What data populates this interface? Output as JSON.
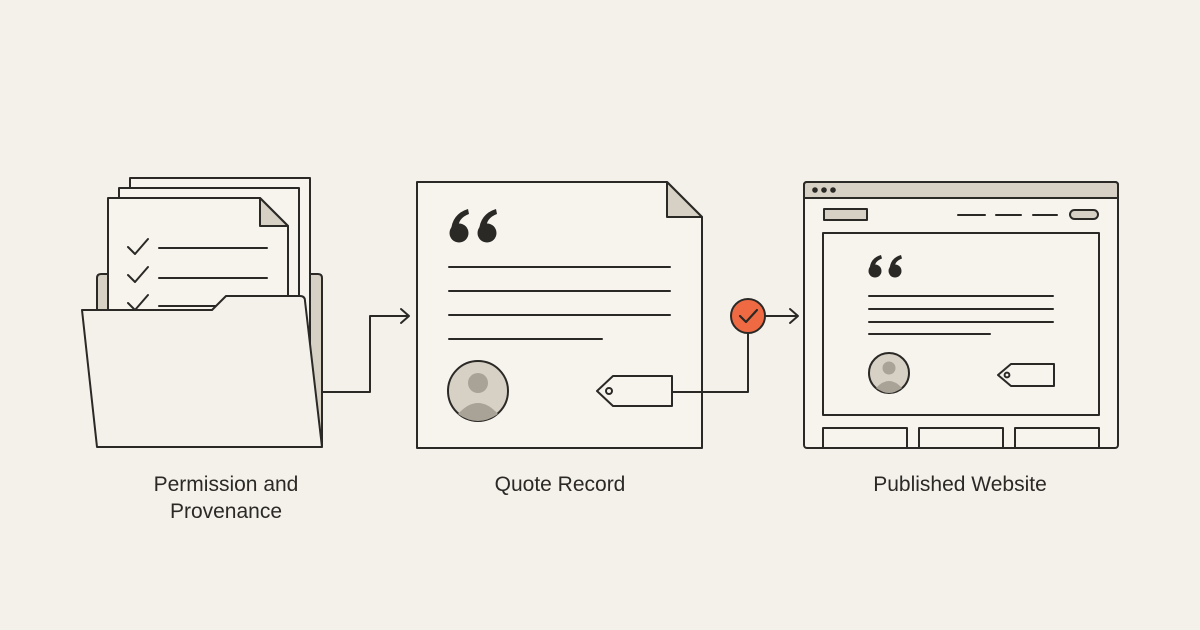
{
  "colors": {
    "background": "#f4f1eb",
    "stroke": "#2b2926",
    "paper": "#f7f4ee",
    "fill_grey": "#d6d0c5",
    "accent": "#ef6a43"
  },
  "stages": [
    {
      "label": "Permission and Provenance",
      "icon": "folder-with-checklist-documents-icon"
    },
    {
      "label": "Quote Record",
      "icon": "quote-document-icon"
    },
    {
      "label": "Published Website",
      "icon": "browser-window-icon"
    }
  ],
  "connectors": {
    "checkpoint_icon": "approval-check-icon",
    "arrow_icon": "arrow-right-icon"
  }
}
